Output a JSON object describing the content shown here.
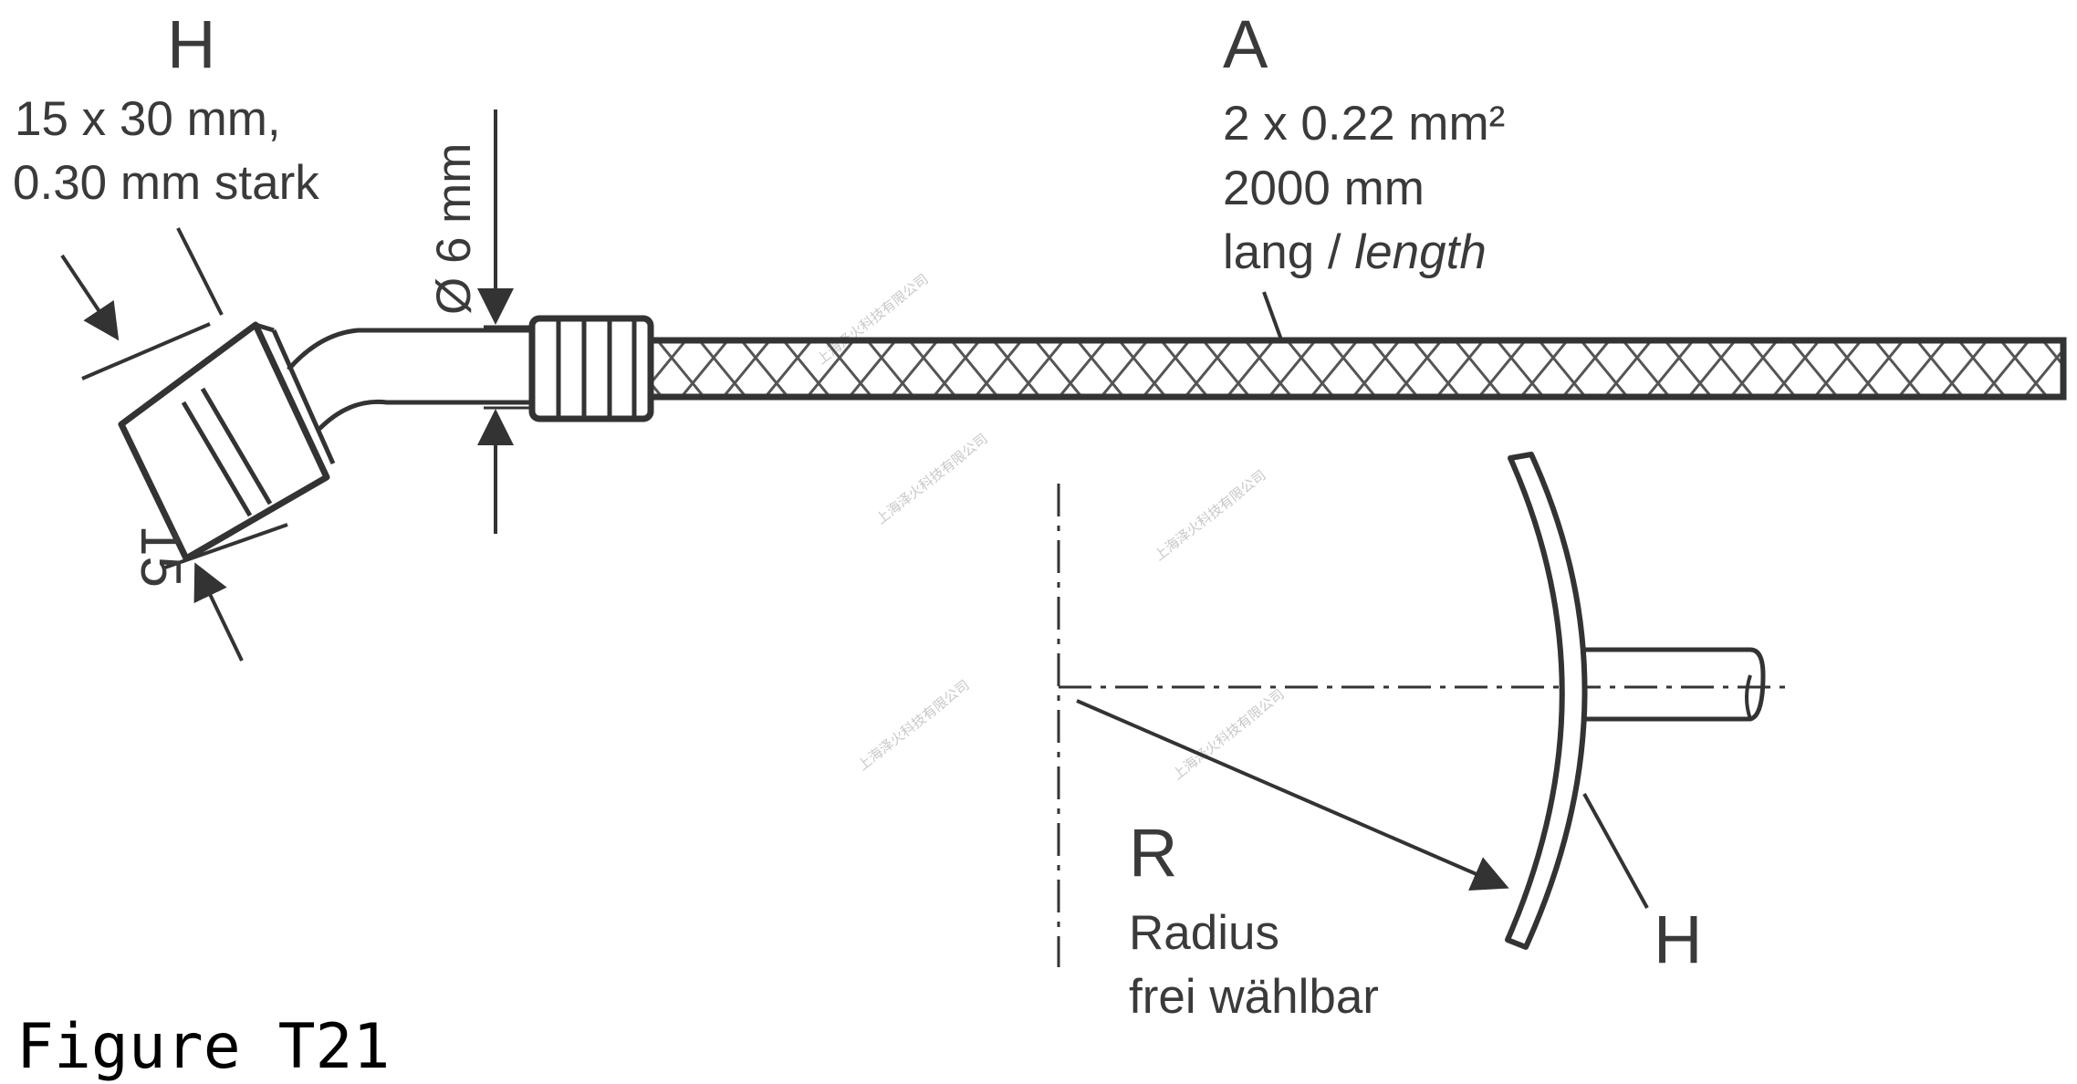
{
  "labels": {
    "h_letter": "H",
    "h_dim1": "15 x 30 mm,",
    "h_dim2": "0.30 mm stark",
    "a_letter": "A",
    "a_line1": "2 x 0.22 mm²",
    "a_line2": "2000 mm",
    "a_line3_de": "lang / ",
    "a_line3_en": "length",
    "diameter": "Ø 6 mm",
    "width_15": "15",
    "r_letter": "R",
    "r_line1": "Radius",
    "r_line2": "frei wählbar",
    "h_detail": "H"
  },
  "watermark": "上海泽火科技有限公司",
  "caption": "Figure T21"
}
